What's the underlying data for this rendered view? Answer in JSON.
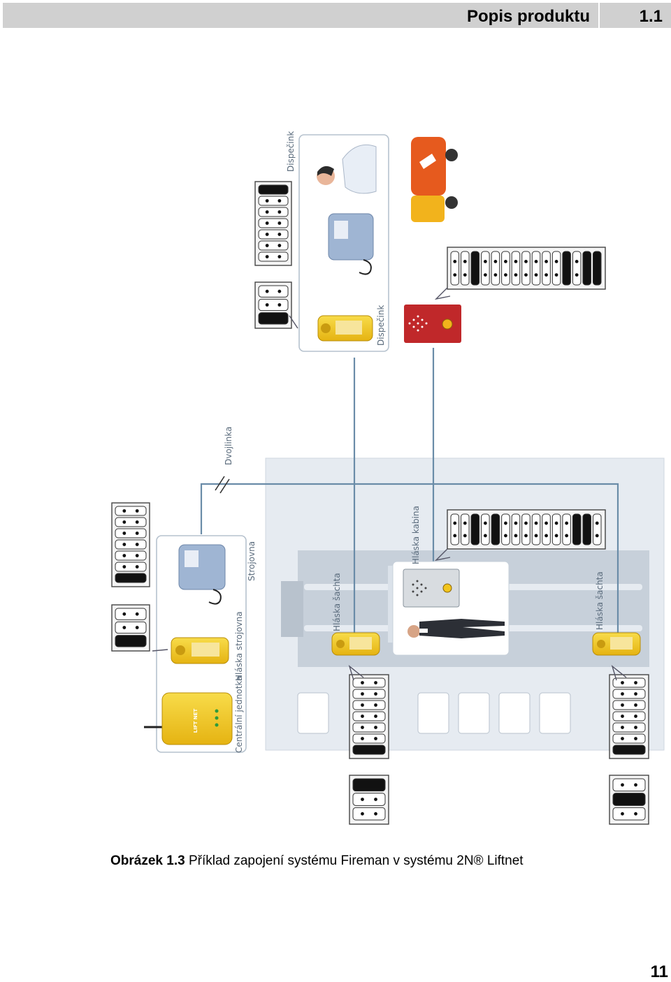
{
  "header": {
    "title": "Popis produktu",
    "chapter": "1.1"
  },
  "diagram": {
    "labels": {
      "dispatch_top": "Dispečink",
      "dispatch_bottom": "Dispečink",
      "double_line": "Dvojlinka",
      "machine_room": "Strojovna",
      "central_unit": "Centrální jednotka",
      "machine_room_intercom": "Hláska strojovna",
      "shaft_intercom_left": "Hláska šachta",
      "shaft_intercom_right": "Hláska šachta",
      "cabin_intercom": "Hláska kabina",
      "device_brand": "LIFT NET"
    },
    "colors": {
      "device_yellow": "#f2c51d",
      "line_blue": "#6a8ca8",
      "fireman_red": "#c0282a",
      "building_bg": "#e6ebf1"
    }
  },
  "caption": {
    "label": "Obrázek 1.3",
    "text": " Příklad zapojení systému Fireman v systému 2N® Liftnet"
  },
  "page_number": "11"
}
